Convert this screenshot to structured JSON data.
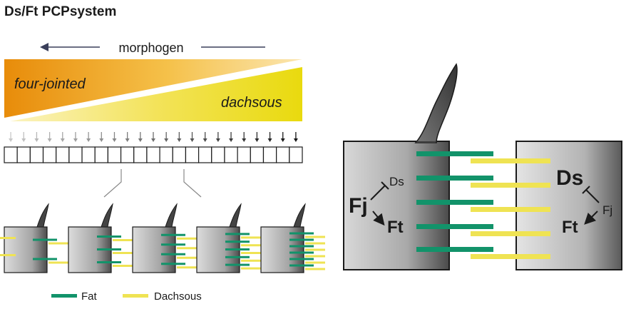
{
  "title": "Ds/Ft PCPsystem",
  "gradient": {
    "arrow_label": "morphogen",
    "left_label": "four-jointed",
    "right_label": "dachsous"
  },
  "cell_row": {
    "count": 23
  },
  "detail": {
    "left_cell": {
      "fj": "Fj",
      "ds": "Ds",
      "ft": "Ft"
    },
    "right_cell": {
      "ds": "Ds",
      "fj": "Fj",
      "ft": "Ft"
    }
  },
  "legend": [
    {
      "label": "Fat",
      "color": "#12936a"
    },
    {
      "label": "Dachsous",
      "color": "#efe353"
    }
  ],
  "colors": {
    "fat": "#12936a",
    "dachsous": "#efe353",
    "fj_gradient_start": "#e8900c",
    "ds_gradient_end": "#ede21a"
  }
}
